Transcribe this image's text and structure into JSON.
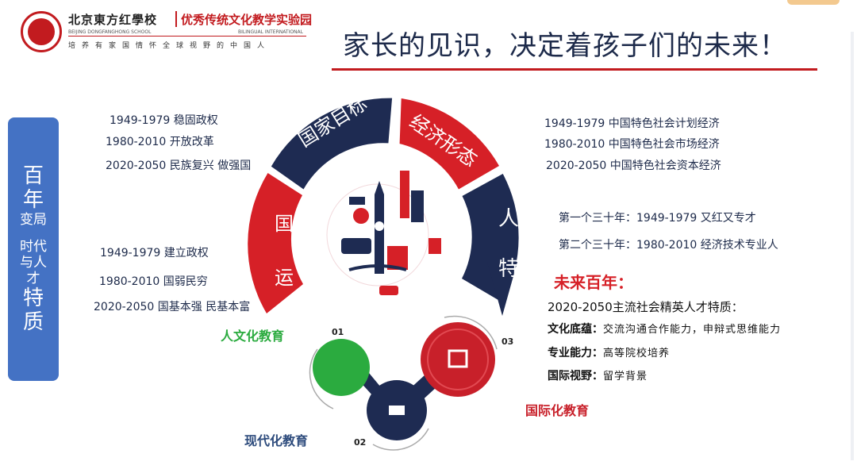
{
  "header": {
    "school_name": "北京東方红學校",
    "school_sub": "优秀传统文化教学实验园",
    "school_en_left": "BEIJING DONGFANGHONG SCHOOL",
    "school_en_right": "BILINGUAL INTERNATIONAL",
    "motto": "培养有家国情怀全球视野的中国人",
    "headline": "家长的见识，决定着孩子们的未来！"
  },
  "sidebar": {
    "line1": "百",
    "line2": "年",
    "line3": "变局",
    "line4": "时代",
    "line5": "与人",
    "line6": "才",
    "line7": "特",
    "line8": "质"
  },
  "wheel": {
    "national_goal": "国家目标",
    "economy": "经济形态",
    "talent_1": "人才",
    "talent_2": "特质",
    "fate_1": "国",
    "fate_2": "运"
  },
  "national_goal_items": [
    "1949-1979 稳固政权",
    "1980-2010 开放改革",
    "2020-2050 民族复兴 做强国"
  ],
  "economy_items": [
    "1949-1979 中国特色社会计划经济",
    "1980-2010 中国特色社会市场经济",
    "2020-2050 中国特色社会资本经济"
  ],
  "fate_items": [
    "1949-1979 建立政权",
    "1980-2010 国弱民穷",
    "2020-2050 国基本强 民基本富"
  ],
  "talent_items": [
    "第一个三十年：1949-1979 又红又专才",
    "第二个三十年：1980-2010 经济技术专业人"
  ],
  "future": {
    "title": "未来百年：",
    "subtitle": "2020-2050主流社会精英人才特质：",
    "rows": [
      {
        "label": "文化底蕴：",
        "value": "交流沟通合作能力，申辩式思维能力"
      },
      {
        "label": "专业能力：",
        "value": "高等院校培养"
      },
      {
        "label": "国际视野：",
        "value": "留学背景"
      }
    ]
  },
  "education": {
    "humanities": "人文化教育",
    "modern": "现代化教育",
    "international": "国际化教育",
    "n1": "01",
    "n2": "02",
    "n3": "03"
  },
  "colors": {
    "red": "#d62027",
    "navy": "#1e2b52",
    "green": "#2bab3f",
    "blue_box": "#4472c4"
  }
}
